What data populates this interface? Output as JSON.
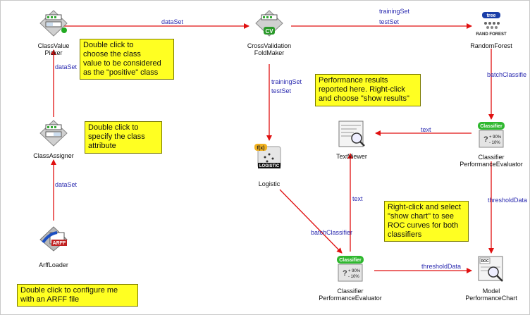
{
  "nodes": {
    "classvalue": {
      "label1": "ClassValue",
      "label2": "Picker"
    },
    "crossval": {
      "label1": "CrossValidation",
      "label2": "FoldMaker",
      "badge": "CV"
    },
    "randomforest": {
      "label1": "RandomForest",
      "badge1": "tree",
      "badge2": "RAND FOREST"
    },
    "classassigner": {
      "label1": "ClassAssigner"
    },
    "logistic": {
      "label1": "Logistic",
      "badge1": "f(x)",
      "badge2": "LOGISTIC"
    },
    "textviewer": {
      "label1": "TextViewer"
    },
    "cpe_top": {
      "label1": "Classifier",
      "label2": "PerformanceEvaluator",
      "badge": "Classifier",
      "pct1": "+ 90%",
      "pct2": "- 10%"
    },
    "cpe_bottom": {
      "label1": "Classifier",
      "label2": "PerformanceEvaluator",
      "badge": "Classifier",
      "pct1": "+ 90%",
      "pct2": "- 10%"
    },
    "arffloader": {
      "label1": "ArffLoader",
      "badge": "ARFF"
    },
    "modelchart": {
      "label1": "Model",
      "label2": "PerformanceChart",
      "badge": "ROC"
    }
  },
  "edges": {
    "dataset_top": "dataSet",
    "trainingset_top": "trainingSet",
    "testset_top": "testSet",
    "trainingset_mid": "trainingSet",
    "testset_mid": "testSet",
    "batchclassifier_right": "batchClassifie",
    "text_top": "text",
    "dataset_left_upper": "dataSet",
    "dataset_left_lower": "dataSet",
    "text_mid": "text",
    "batchclassifier_mid": "batchClassifier",
    "thresholddata_right": "thresholdData",
    "thresholddata_bottom": "thresholdData"
  },
  "notes": {
    "classvalue": [
      "Double click to",
      "choose the class",
      "value to be considered",
      "as the \"positive\" class"
    ],
    "classattr": [
      "Double click to",
      "specify the class",
      "attribute"
    ],
    "performance": [
      "Performance results",
      "reported here. Right-click",
      "and choose \"show results\""
    ],
    "roc": [
      "Right-click and select",
      "\"show chart\" to see",
      "ROC curves for both",
      "classifiers"
    ],
    "arff": [
      "Double click to configure me",
      "with an ARFF file"
    ]
  },
  "colors": {
    "edge": "#e01010",
    "note": "#ffff22",
    "label": "#2b2bb0"
  }
}
